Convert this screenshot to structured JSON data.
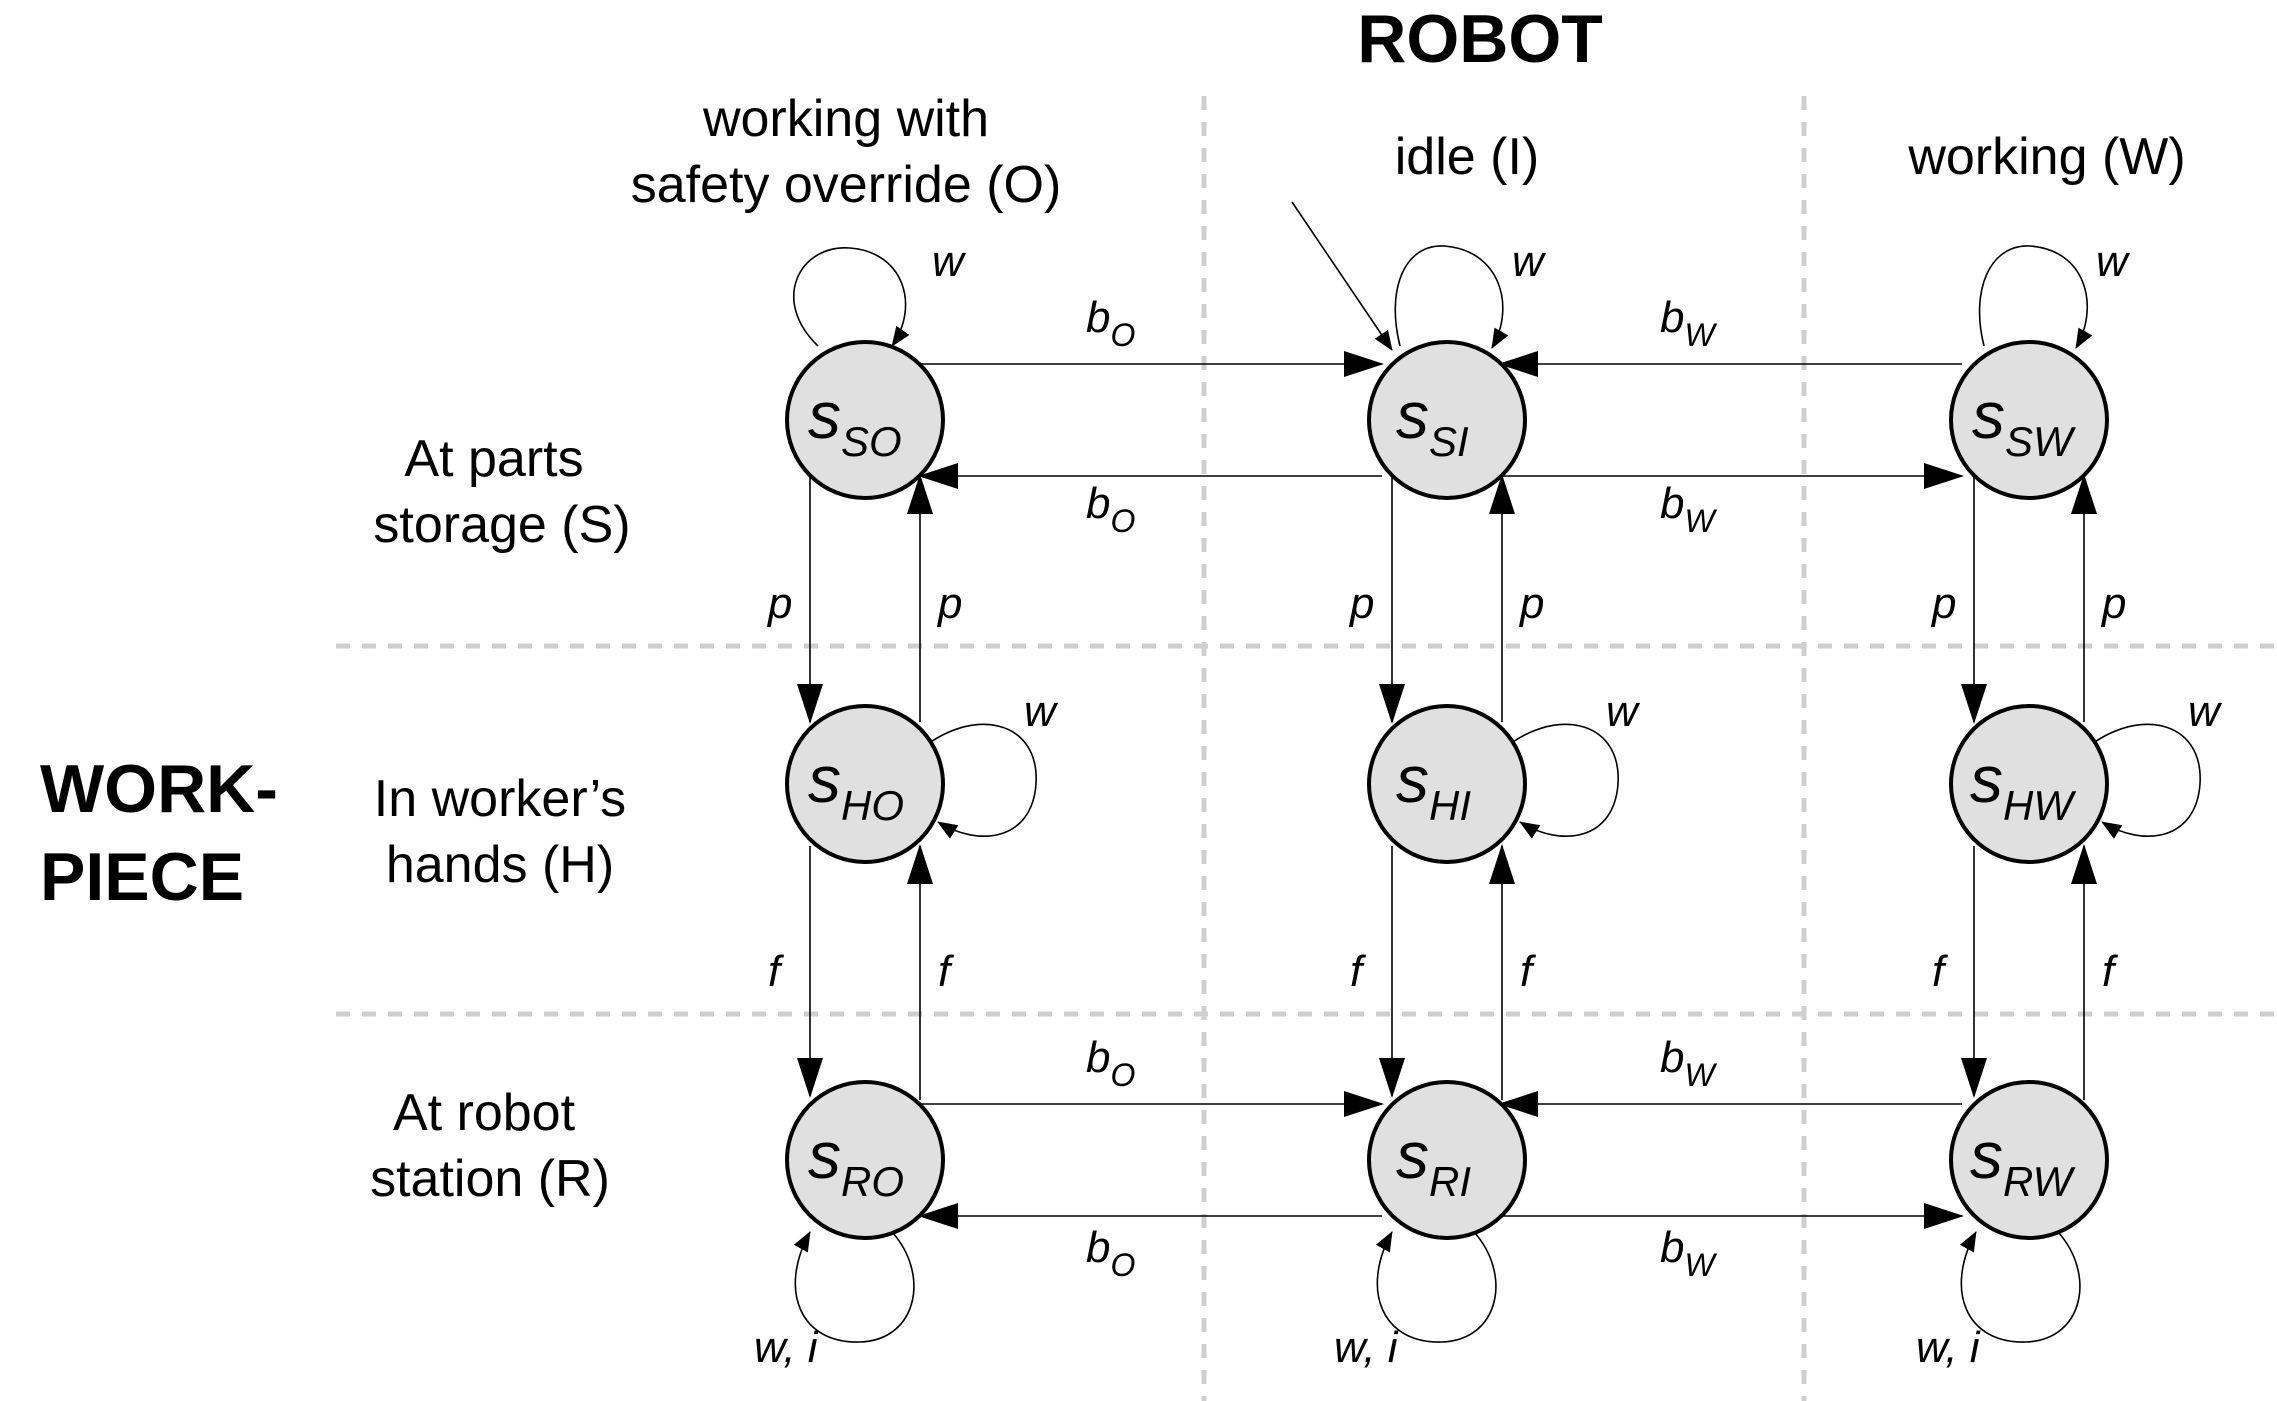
{
  "title": "ROBOT",
  "side_title": {
    "line1": "WORK-",
    "line2": "PIECE"
  },
  "columns": [
    {
      "id": "O",
      "line1": "working with",
      "line2": "safety override (O)"
    },
    {
      "id": "I",
      "line1": "",
      "line2": "idle (I)"
    },
    {
      "id": "W",
      "line1": "",
      "line2": "working (W)"
    }
  ],
  "rows": [
    {
      "id": "S",
      "line1": "At parts",
      "line2": "storage (S)"
    },
    {
      "id": "H",
      "line1": "In worker’s",
      "line2": "hands (H)"
    },
    {
      "id": "R",
      "line1": "At robot",
      "line2": "station (R)"
    }
  ],
  "states": [
    {
      "id": "SO",
      "main": "s",
      "sub": "SO"
    },
    {
      "id": "SI",
      "main": "s",
      "sub": "SI"
    },
    {
      "id": "SW",
      "main": "s",
      "sub": "SW"
    },
    {
      "id": "HO",
      "main": "s",
      "sub": "HO"
    },
    {
      "id": "HI",
      "main": "s",
      "sub": "HI"
    },
    {
      "id": "HW",
      "main": "s",
      "sub": "HW"
    },
    {
      "id": "RO",
      "main": "s",
      "sub": "RO"
    },
    {
      "id": "RI",
      "main": "s",
      "sub": "RI"
    },
    {
      "id": "RW",
      "main": "s",
      "sub": "RW"
    }
  ],
  "labels": {
    "w": "w",
    "wi": "w, i",
    "p": "p",
    "f": "f",
    "b": "b",
    "sub_o": "O",
    "sub_w": "W"
  },
  "colors": {
    "node_fill": "#e0e0e0",
    "grid": "#cfcfcf"
  }
}
